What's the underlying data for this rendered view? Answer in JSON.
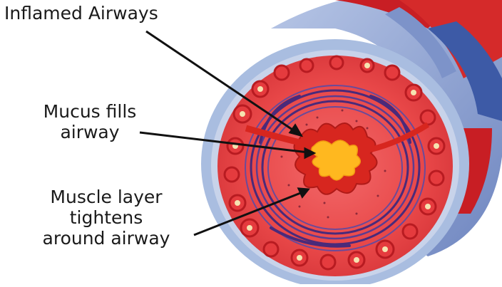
{
  "labels": {
    "inflamed": "Inflamed Airways",
    "mucus": [
      "Mucus fills",
      "airway"
    ],
    "muscle": [
      "Muscle layer",
      "tightens",
      "around airway"
    ]
  },
  "colors": {
    "outer_wall": "#9fb4d8",
    "tissue": "#e8494a",
    "vessel": "#c81e24",
    "muscle": "#4a2a7a",
    "mucus": "#ffb81f",
    "lining": "#d7261f"
  }
}
